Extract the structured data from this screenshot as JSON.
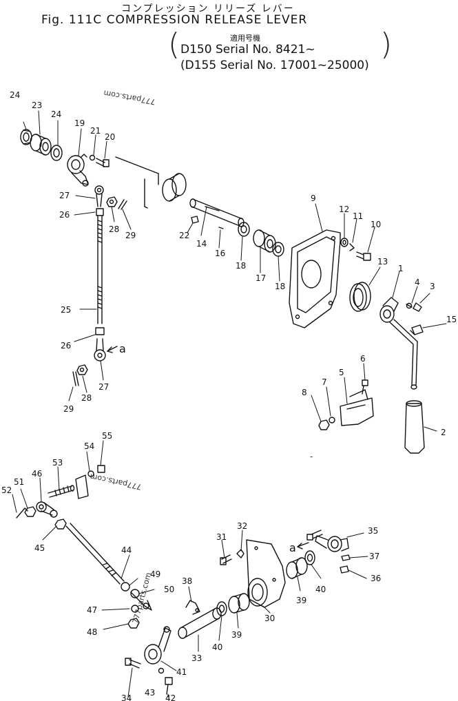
{
  "header": {
    "japanese_title": "コンプレッション リリーズ レバー",
    "figure_title": "Fig. 111C COMPRESSION RELEASE LEVER",
    "applicable_label": "適用号機",
    "serial_line_1": "D150 Serial No. 8421~",
    "serial_line_2": "(D155 Serial No. 17001~25000)"
  },
  "watermark": "777parts.com",
  "arrow_marker": "a",
  "dash_mark": "-",
  "colors": {
    "ink": "#111111",
    "paper": "#ffffff"
  },
  "callouts": [
    {
      "id": "c24a",
      "text": "24"
    },
    {
      "id": "c23",
      "text": "23"
    },
    {
      "id": "c24b",
      "text": "24"
    },
    {
      "id": "c19",
      "text": "19"
    },
    {
      "id": "c21",
      "text": "21"
    },
    {
      "id": "c20",
      "text": "20"
    },
    {
      "id": "c27a",
      "text": "27"
    },
    {
      "id": "c26a",
      "text": "26"
    },
    {
      "id": "c28a",
      "text": "28"
    },
    {
      "id": "c29a",
      "text": "29"
    },
    {
      "id": "c25",
      "text": "25"
    },
    {
      "id": "c26b",
      "text": "26"
    },
    {
      "id": "c27b",
      "text": "27"
    },
    {
      "id": "c28b",
      "text": "28"
    },
    {
      "id": "c29b",
      "text": "29"
    },
    {
      "id": "c22",
      "text": "22"
    },
    {
      "id": "c14",
      "text": "14"
    },
    {
      "id": "c16",
      "text": "16"
    },
    {
      "id": "c18a",
      "text": "18"
    },
    {
      "id": "c17",
      "text": "17"
    },
    {
      "id": "c18b",
      "text": "18"
    },
    {
      "id": "c9",
      "text": "9"
    },
    {
      "id": "c12",
      "text": "12"
    },
    {
      "id": "c11",
      "text": "11"
    },
    {
      "id": "c10",
      "text": "10"
    },
    {
      "id": "c13",
      "text": "13"
    },
    {
      "id": "c1",
      "text": "1"
    },
    {
      "id": "c4",
      "text": "4"
    },
    {
      "id": "c3",
      "text": "3"
    },
    {
      "id": "c15",
      "text": "15"
    },
    {
      "id": "c6",
      "text": "6"
    },
    {
      "id": "c5",
      "text": "5"
    },
    {
      "id": "c7",
      "text": "7"
    },
    {
      "id": "c8",
      "text": "8"
    },
    {
      "id": "c2",
      "text": "2"
    },
    {
      "id": "c52",
      "text": "52"
    },
    {
      "id": "c51",
      "text": "51"
    },
    {
      "id": "c46",
      "text": "46"
    },
    {
      "id": "c53",
      "text": "53"
    },
    {
      "id": "c54",
      "text": "54"
    },
    {
      "id": "c55",
      "text": "55"
    },
    {
      "id": "c45",
      "text": "45"
    },
    {
      "id": "c44",
      "text": "44"
    },
    {
      "id": "c49",
      "text": "49"
    },
    {
      "id": "c50",
      "text": "50"
    },
    {
      "id": "c47",
      "text": "47"
    },
    {
      "id": "c48",
      "text": "48"
    },
    {
      "id": "c38",
      "text": "38"
    },
    {
      "id": "c31",
      "text": "31"
    },
    {
      "id": "c32",
      "text": "32"
    },
    {
      "id": "c35",
      "text": "35"
    },
    {
      "id": "c37",
      "text": "37"
    },
    {
      "id": "c36",
      "text": "36"
    },
    {
      "id": "c40a",
      "text": "40"
    },
    {
      "id": "c39a",
      "text": "39"
    },
    {
      "id": "c30",
      "text": "30"
    },
    {
      "id": "c40b",
      "text": "40"
    },
    {
      "id": "c39b",
      "text": "39"
    },
    {
      "id": "c33",
      "text": "33"
    },
    {
      "id": "c41",
      "text": "41"
    },
    {
      "id": "c34",
      "text": "34"
    },
    {
      "id": "c43",
      "text": "43"
    },
    {
      "id": "c42",
      "text": "42"
    }
  ]
}
